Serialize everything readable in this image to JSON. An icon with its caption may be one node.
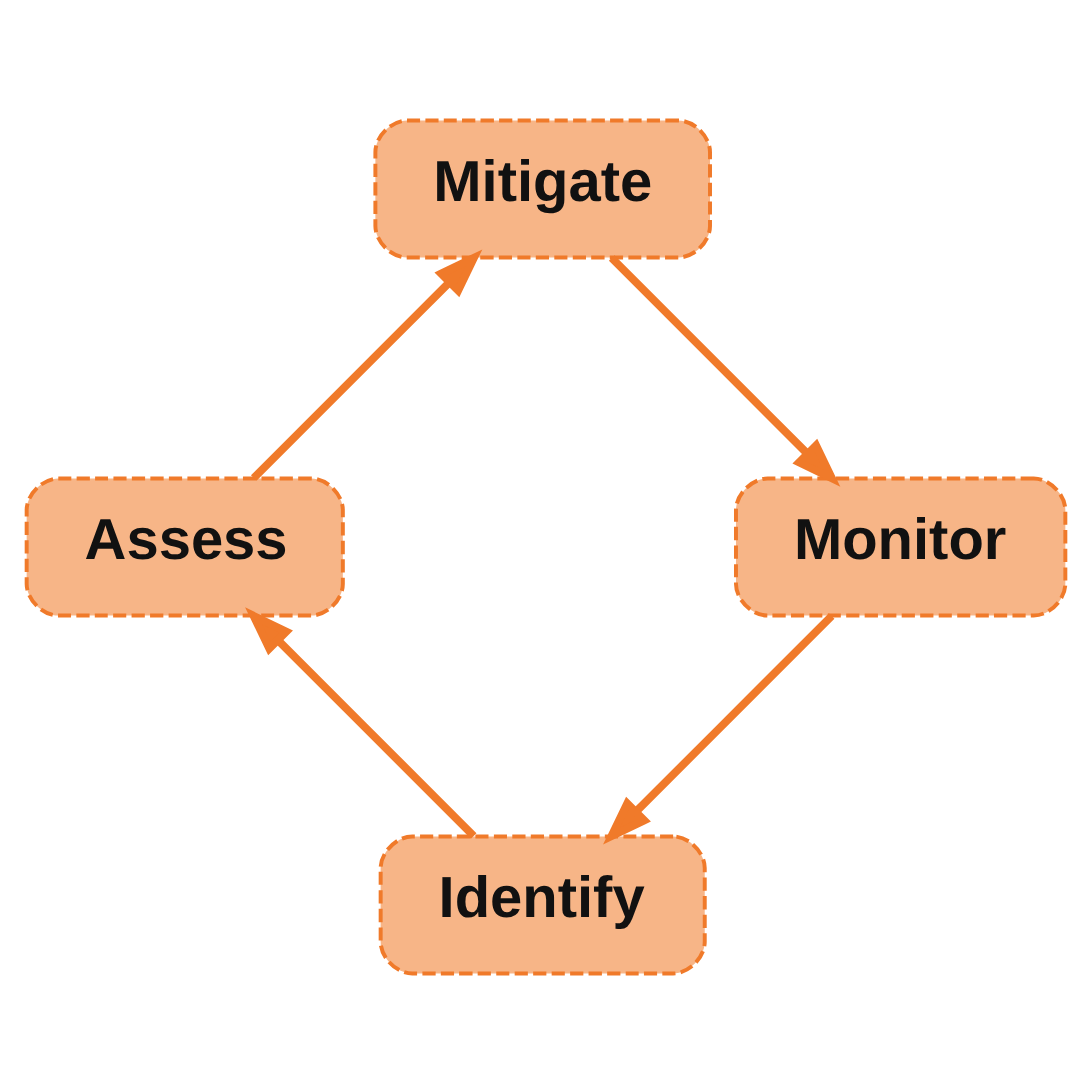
{
  "diagram": {
    "nodes": [
      {
        "text": [
          "Identify"
        ]
      },
      {
        "text": [
          "Assess"
        ]
      },
      {
        "text": [
          "Mitigate"
        ]
      },
      {
        "text": [
          "Monitor"
        ]
      }
    ],
    "edges": [
      {
        "from": 0,
        "to": 1,
        "arrow": "to"
      },
      {
        "from": 1,
        "to": 2,
        "arrow": "to"
      },
      {
        "from": 2,
        "to": 3,
        "arrow": "to"
      },
      {
        "from": 3,
        "to": 0,
        "arrow": "to"
      }
    ]
  }
}
